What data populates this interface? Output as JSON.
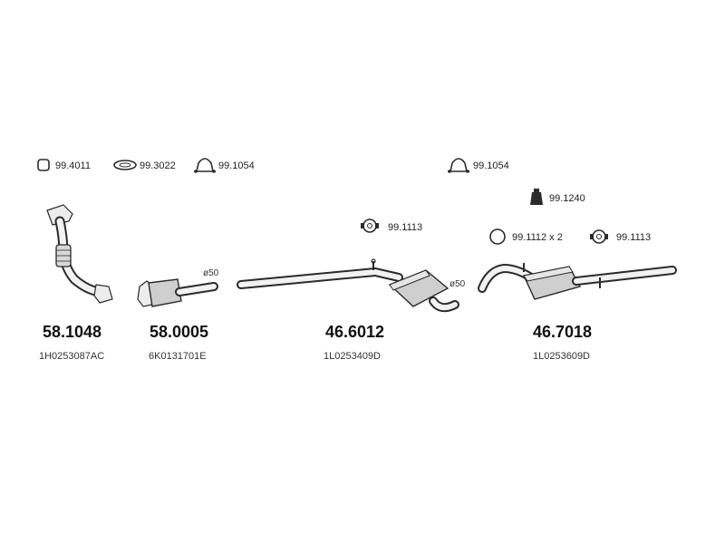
{
  "accessories": [
    {
      "icon": "square-gasket-icon",
      "number": "99.4011"
    },
    {
      "icon": "oval-ring-gasket-icon",
      "number": "99.3022"
    },
    {
      "icon": "clamp-icon",
      "number": "99.1054"
    },
    {
      "icon": "clamp-icon",
      "number": "99.1054"
    },
    {
      "icon": "rubber-mount-icon",
      "number": "99.1240"
    },
    {
      "icon": "hanger-ring-icon",
      "number": "99.1113"
    },
    {
      "icon": "round-ring-icon",
      "number": "99.1112 x 2"
    },
    {
      "icon": "hanger-ring-icon",
      "number": "99.1113"
    }
  ],
  "parts": [
    {
      "name": "front-pipe",
      "part_number": "58.1048",
      "oem_number": "1H0253087AC"
    },
    {
      "name": "catalytic-converter",
      "part_number": "58.0005",
      "oem_number": "6K0131701E"
    },
    {
      "name": "middle-silencer",
      "part_number": "46.6012",
      "oem_number": "1L0253409D"
    },
    {
      "name": "rear-silencer",
      "part_number": "46.7018",
      "oem_number": "1L0253609D"
    }
  ],
  "diameters": [
    "ø50",
    "ø50"
  ],
  "colors": {
    "line": "#2b2b2b",
    "pipe_highlight": "#f2f2f2",
    "body_shade": "#cfcfcf",
    "background": "#ffffff"
  }
}
